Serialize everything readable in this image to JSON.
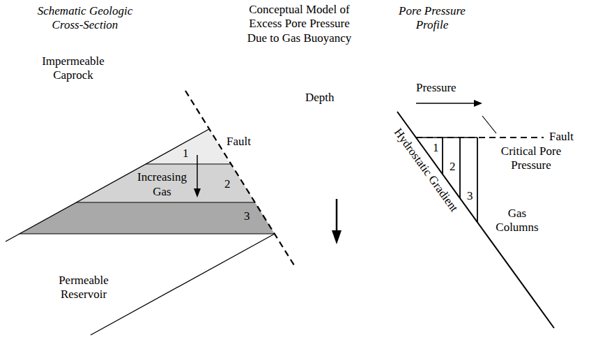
{
  "diagram": {
    "title": "Conceptual Model of Excess Pore Pressure Due to Gas Buoyancy",
    "labels": [
      "Schematic Geologic Cross-Section",
      "Pore Pressure Profile",
      "Impermeable Caprock",
      "Fault",
      "1",
      "Increasing Gas",
      "2",
      "3",
      "Permeable Reservoir",
      "Depth",
      "Pressure",
      "Fault",
      "Critical Pore Pressure",
      "Hydrostatic Gradient",
      "1",
      "2",
      "3",
      "Gas Columns"
    ]
  }
}
